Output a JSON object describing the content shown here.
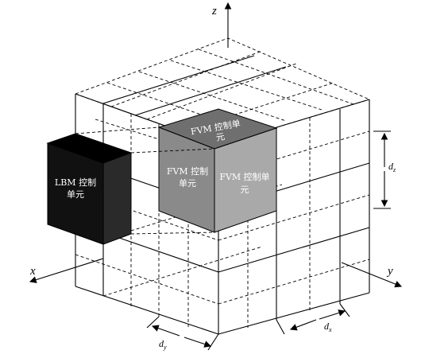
{
  "axes": {
    "x": "x",
    "y": "y",
    "z": "z"
  },
  "dimensions": {
    "dx": "d",
    "dx_sub": "x",
    "dy": "d",
    "dy_sub": "y",
    "dz": "d",
    "dz_sub": "z"
  },
  "cells": {
    "lbm": {
      "line1": "LBM 控制",
      "line2": "单元",
      "color": "#111111"
    },
    "fvm_top": {
      "line1": "FVM 控制单",
      "line2": "元",
      "color": "#6f6f6f"
    },
    "fvm_front": {
      "line1": "FVM 控制",
      "line2": "单元",
      "color": "#8a8a8a"
    },
    "fvm_side": {
      "line1": "FVM 控制单",
      "line2": "元",
      "color": "#a9a9a9"
    }
  }
}
